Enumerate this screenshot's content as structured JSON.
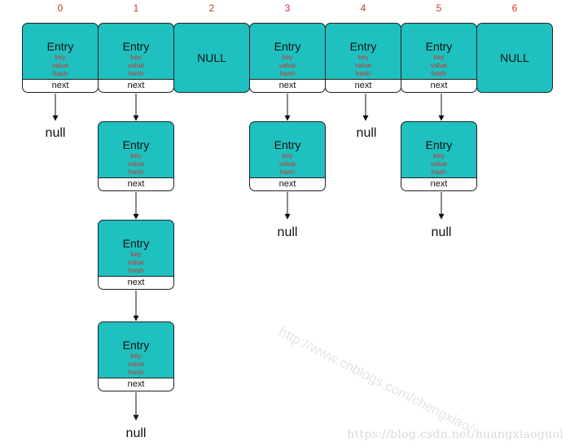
{
  "indices": [
    "0",
    "1",
    "2",
    "3",
    "4",
    "5",
    "6"
  ],
  "entry": {
    "title": "Entry",
    "fields": [
      "key",
      "value",
      "hash"
    ],
    "next_label": "next"
  },
  "null_cell_label": "NULL",
  "null_label": "null",
  "watermark_diagonal": "http://www.cnblogs.com/chengxiao/",
  "watermark_url": "https://blog.csdn.net/huangxiaoguol"
}
